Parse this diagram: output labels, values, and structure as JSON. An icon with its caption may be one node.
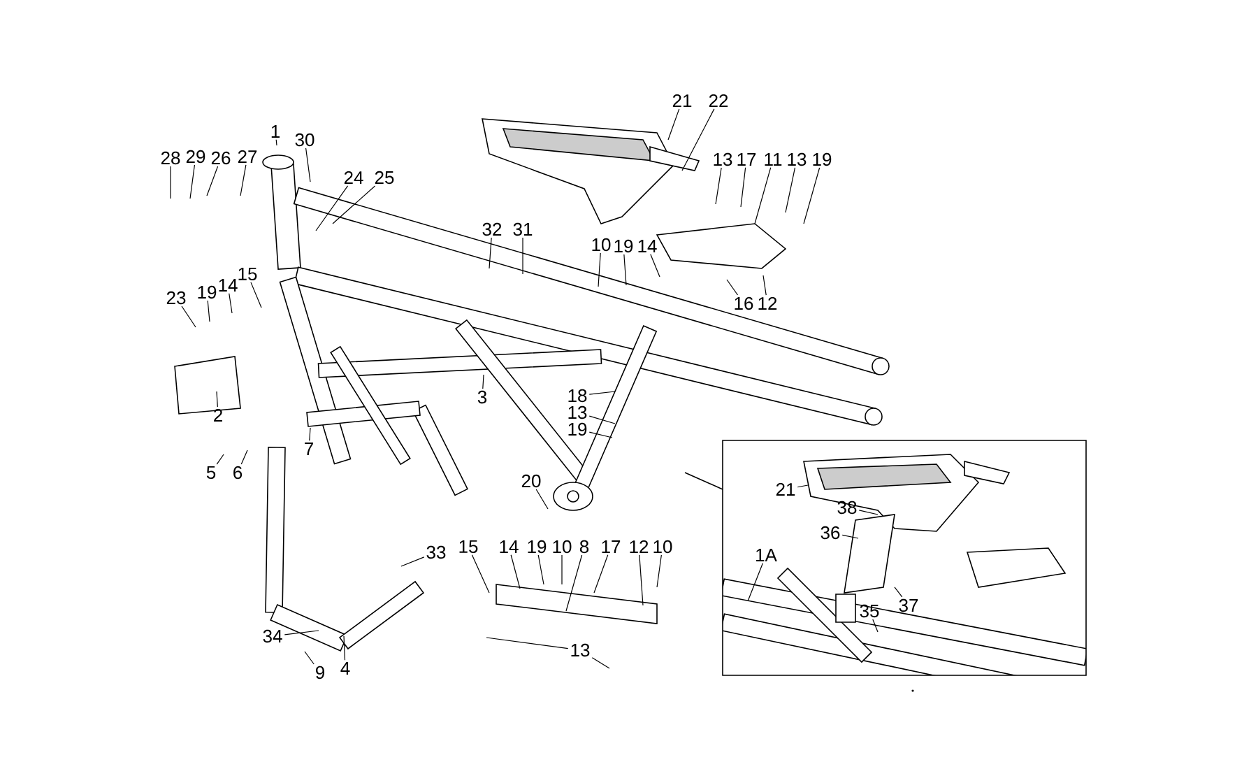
{
  "diagram": {
    "nodes": [
      {
        "text": [
          "21"
        ]
      },
      {
        "text": [
          "22"
        ]
      },
      {
        "text": [
          "1"
        ]
      },
      {
        "text": [
          "30"
        ]
      },
      {
        "text": [
          "28"
        ]
      },
      {
        "text": [
          "29"
        ]
      },
      {
        "text": [
          "26"
        ]
      },
      {
        "text": [
          "27"
        ]
      },
      {
        "text": [
          "13"
        ]
      },
      {
        "text": [
          "17"
        ]
      },
      {
        "text": [
          "11"
        ]
      },
      {
        "text": [
          "13"
        ]
      },
      {
        "text": [
          "19"
        ]
      },
      {
        "text": [
          "24"
        ]
      },
      {
        "text": [
          "25"
        ]
      },
      {
        "text": [
          "32"
        ]
      },
      {
        "text": [
          "31"
        ]
      },
      {
        "text": [
          "10"
        ]
      },
      {
        "text": [
          "19"
        ]
      },
      {
        "text": [
          "14"
        ]
      },
      {
        "text": [
          "15"
        ]
      },
      {
        "text": [
          "14"
        ]
      },
      {
        "text": [
          "19"
        ]
      },
      {
        "text": [
          "23"
        ]
      },
      {
        "text": [
          "16"
        ]
      },
      {
        "text": [
          "12"
        ]
      },
      {
        "text": [
          "3"
        ]
      },
      {
        "text": [
          "18"
        ]
      },
      {
        "text": [
          "13"
        ]
      },
      {
        "text": [
          "19"
        ]
      },
      {
        "text": [
          "2"
        ]
      },
      {
        "text": [
          "7"
        ]
      },
      {
        "text": [
          "5"
        ]
      },
      {
        "text": [
          "6"
        ]
      },
      {
        "text": [
          "20"
        ]
      },
      {
        "text": [
          "21"
        ]
      },
      {
        "text": [
          "38"
        ]
      },
      {
        "text": [
          "36"
        ]
      },
      {
        "text": [
          "15"
        ]
      },
      {
        "text": [
          "14"
        ]
      },
      {
        "text": [
          "19"
        ]
      },
      {
        "text": [
          "10"
        ]
      },
      {
        "text": [
          "8"
        ]
      },
      {
        "text": [
          "17"
        ]
      },
      {
        "text": [
          "12"
        ]
      },
      {
        "text": [
          "10"
        ]
      },
      {
        "text": [
          "33"
        ]
      },
      {
        "text": [
          "1A"
        ]
      },
      {
        "text": [
          "37"
        ]
      },
      {
        "text": [
          "35"
        ]
      },
      {
        "text": [
          "34"
        ]
      },
      {
        "text": [
          "13"
        ]
      },
      {
        "text": [
          "9"
        ]
      },
      {
        "text": [
          "4"
        ]
      }
    ],
    "edges": [
      {
        "from": 0,
        "to": null,
        "arrow": "none"
      },
      {
        "from": 1,
        "to": null,
        "arrow": "none"
      },
      {
        "from": 2,
        "to": null,
        "arrow": "none"
      },
      {
        "from": 3,
        "to": null,
        "arrow": "none"
      },
      {
        "from": 4,
        "to": null,
        "arrow": "none"
      },
      {
        "from": 5,
        "to": null,
        "arrow": "none"
      },
      {
        "from": 6,
        "to": null,
        "arrow": "none"
      },
      {
        "from": 7,
        "to": null,
        "arrow": "none"
      },
      {
        "from": 8,
        "to": null,
        "arrow": "none"
      },
      {
        "from": 9,
        "to": null,
        "arrow": "none"
      },
      {
        "from": 10,
        "to": null,
        "arrow": "none"
      },
      {
        "from": 11,
        "to": null,
        "arrow": "none"
      },
      {
        "from": 12,
        "to": null,
        "arrow": "none"
      },
      {
        "from": 13,
        "to": null,
        "arrow": "none"
      },
      {
        "from": 14,
        "to": null,
        "arrow": "none"
      },
      {
        "from": 15,
        "to": null,
        "arrow": "none"
      },
      {
        "from": 16,
        "to": null,
        "arrow": "none"
      },
      {
        "from": 17,
        "to": null,
        "arrow": "none"
      },
      {
        "from": 18,
        "to": null,
        "arrow": "none"
      },
      {
        "from": 19,
        "to": null,
        "arrow": "none"
      },
      {
        "from": 20,
        "to": null,
        "arrow": "none"
      },
      {
        "from": 21,
        "to": null,
        "arrow": "none"
      },
      {
        "from": 22,
        "to": null,
        "arrow": "none"
      },
      {
        "from": 23,
        "to": null,
        "arrow": "none"
      },
      {
        "from": 24,
        "to": null,
        "arrow": "none"
      },
      {
        "from": 25,
        "to": null,
        "arrow": "none"
      },
      {
        "from": 26,
        "to": null,
        "arrow": "none"
      },
      {
        "from": 27,
        "to": null,
        "arrow": "none"
      },
      {
        "from": 28,
        "to": null,
        "arrow": "none"
      },
      {
        "from": 29,
        "to": null,
        "arrow": "none"
      },
      {
        "from": 30,
        "to": null,
        "arrow": "none"
      },
      {
        "from": 31,
        "to": null,
        "arrow": "none"
      },
      {
        "from": 32,
        "to": null,
        "arrow": "none"
      },
      {
        "from": 33,
        "to": null,
        "arrow": "none"
      },
      {
        "from": 34,
        "to": null,
        "arrow": "none"
      },
      {
        "from": 35,
        "to": null,
        "arrow": "none"
      },
      {
        "from": 36,
        "to": null,
        "arrow": "none"
      },
      {
        "from": 37,
        "to": null,
        "arrow": "none"
      },
      {
        "from": 38,
        "to": null,
        "arrow": "none"
      },
      {
        "from": 39,
        "to": null,
        "arrow": "none"
      },
      {
        "from": 40,
        "to": null,
        "arrow": "none"
      },
      {
        "from": 41,
        "to": null,
        "arrow": "none"
      },
      {
        "from": 42,
        "to": null,
        "arrow": "none"
      },
      {
        "from": 43,
        "to": null,
        "arrow": "none"
      },
      {
        "from": 44,
        "to": null,
        "arrow": "none"
      },
      {
        "from": 45,
        "to": null,
        "arrow": "none"
      },
      {
        "from": 46,
        "to": null,
        "arrow": "none"
      },
      {
        "from": 47,
        "to": null,
        "arrow": "none"
      },
      {
        "from": 48,
        "to": null,
        "arrow": "none"
      },
      {
        "from": 49,
        "to": null,
        "arrow": "none"
      },
      {
        "from": 50,
        "to": null,
        "arrow": "none"
      },
      {
        "from": 51,
        "to": null,
        "arrow": "none"
      },
      {
        "from": 51,
        "to": null,
        "arrow": "none"
      },
      {
        "from": 52,
        "to": null,
        "arrow": "none"
      },
      {
        "from": 53,
        "to": null,
        "arrow": "none"
      }
    ]
  }
}
